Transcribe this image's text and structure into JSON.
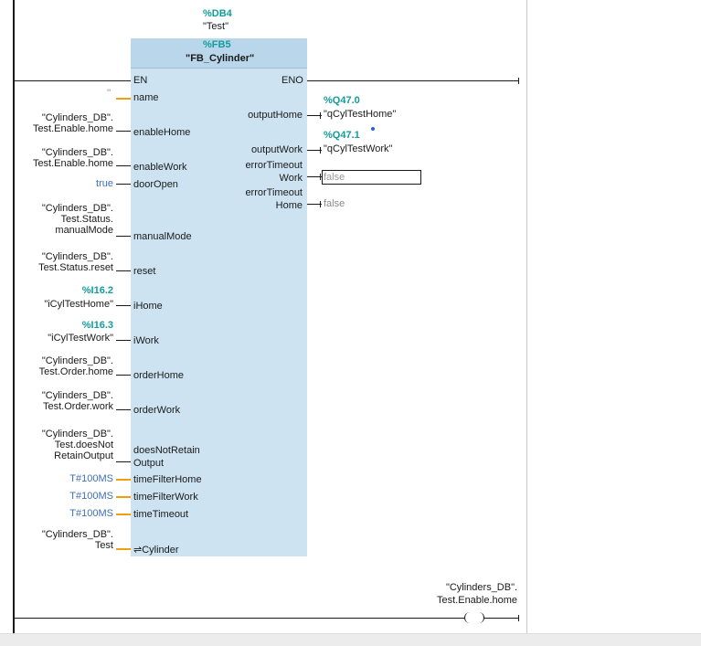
{
  "instance": {
    "address": "%DB4",
    "name": "\"Test\""
  },
  "block": {
    "address": "%FB5",
    "name": "\"FB_Cylinder\"",
    "en_label": "EN",
    "eno_label": "ENO"
  },
  "inputs": {
    "name": {
      "pin": "name",
      "value": "''"
    },
    "enableHome": {
      "pin": "enableHome",
      "value_line1": "\"Cylinders_DB\".",
      "value_line2": "Test.Enable.home"
    },
    "enableWork": {
      "pin": "enableWork",
      "value_line1": "\"Cylinders_DB\".",
      "value_line2": "Test.Enable.home"
    },
    "doorOpen": {
      "pin": "doorOpen",
      "value": "true"
    },
    "manualMode": {
      "pin": "manualMode",
      "value_line1": "\"Cylinders_DB\".",
      "value_line2": "Test.Status.",
      "value_line3": "manualMode"
    },
    "reset": {
      "pin": "reset",
      "value_line1": "\"Cylinders_DB\".",
      "value_line2": "Test.Status.reset"
    },
    "iHome": {
      "pin": "iHome",
      "address": "%I16.2",
      "value": "\"iCylTestHome\""
    },
    "iWork": {
      "pin": "iWork",
      "address": "%I16.3",
      "value": "\"iCylTestWork\""
    },
    "orderHome": {
      "pin": "orderHome",
      "value_line1": "\"Cylinders_DB\".",
      "value_line2": "Test.Order.home"
    },
    "orderWork": {
      "pin": "orderWork",
      "value_line1": "\"Cylinders_DB\".",
      "value_line2": "Test.Order.work"
    },
    "doesNotRetainOutput": {
      "pin_line1": "doesNotRetain",
      "pin_line2": "Output",
      "value_line1": "\"Cylinders_DB\".",
      "value_line2": "Test.doesNot",
      "value_line3": "RetainOutput"
    },
    "timeFilterHome": {
      "pin": "timeFilterHome",
      "value": "T#100MS"
    },
    "timeFilterWork": {
      "pin": "timeFilterWork",
      "value": "T#100MS"
    },
    "timeTimeout": {
      "pin": "timeTimeout",
      "value": "T#100MS"
    },
    "cylinder": {
      "pin": "⇌Cylinder",
      "value_line1": "\"Cylinders_DB\".",
      "value_line2": "Test"
    }
  },
  "outputs": {
    "outputHome": {
      "pin": "outputHome",
      "address": "%Q47.0",
      "value": "\"qCylTestHome\""
    },
    "outputWork": {
      "pin": "outputWork",
      "address": "%Q47.1",
      "value": "\"qCylTestWork\""
    },
    "errorTimeoutWork": {
      "pin_line1": "errorTimeout",
      "pin_line2": "Work",
      "value": "false"
    },
    "errorTimeoutHome": {
      "pin_line1": "errorTimeout",
      "pin_line2": "Home",
      "value": "false"
    }
  },
  "coil": {
    "operand_line1": "\"Cylinders_DB\".",
    "operand_line2": "Test.Enable.home"
  },
  "colors": {
    "block": "#cde3f1",
    "address": "#139c9c",
    "constant": "#3d6fb6",
    "wire_orange": "#f0a00a"
  }
}
